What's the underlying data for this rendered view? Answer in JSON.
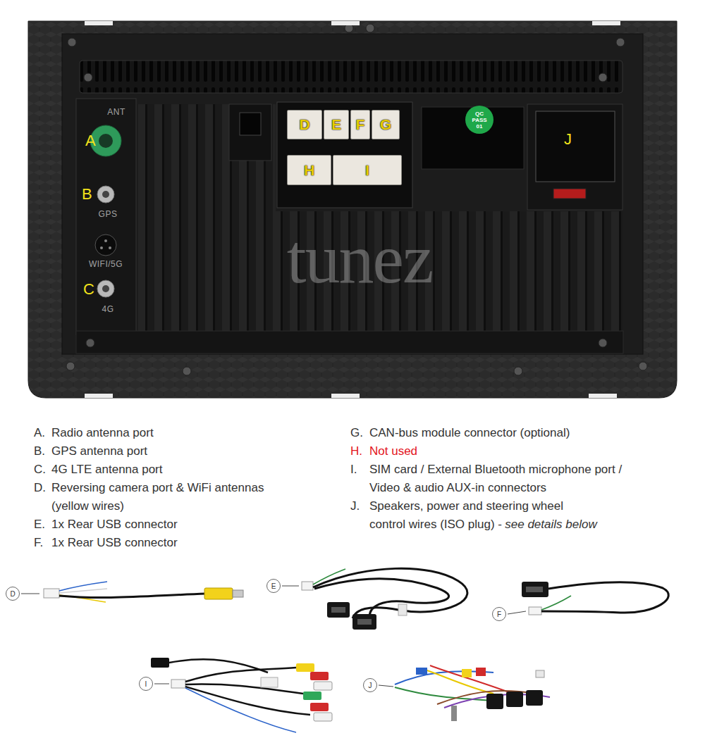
{
  "diagram": {
    "nodes": [
      {
        "text": [
          "D"
        ]
      },
      {
        "text": [
          "E"
        ]
      },
      {
        "text": [
          "F"
        ]
      },
      {
        "text": [
          "G"
        ]
      },
      {
        "text": [
          "H"
        ]
      },
      {
        "text": [
          "I"
        ]
      },
      {
        "text": [
          "D"
        ]
      },
      {
        "text": [
          "E"
        ]
      },
      {
        "text": [
          "F"
        ]
      },
      {
        "text": [
          "I"
        ]
      },
      {
        "text": [
          "J"
        ]
      }
    ],
    "labels": [
      "ANT",
      "A",
      "B",
      "GPS",
      "WIFI/5G",
      "C",
      "4G",
      "QC",
      "PASS",
      "01",
      "J",
      "tunez",
      "A.",
      "Radio antenna port",
      "B.",
      "GPS antenna port",
      "C.",
      "4G LTE antenna port",
      "D.",
      "Reversing camera port & WiFi antennas (yellow wires)",
      "E.",
      "1x Rear USB connector",
      "F.",
      "1x Rear USB connector",
      "G.",
      "CAN-bus module connector (optional)",
      "H.",
      "Not used",
      "I.",
      "SIM card / External Bluetooth microphone port / Video & audio AUX-in connectors",
      "J.",
      "Speakers, power and steering wheel control wires (ISO plug) -",
      "see details below"
    ]
  }
}
